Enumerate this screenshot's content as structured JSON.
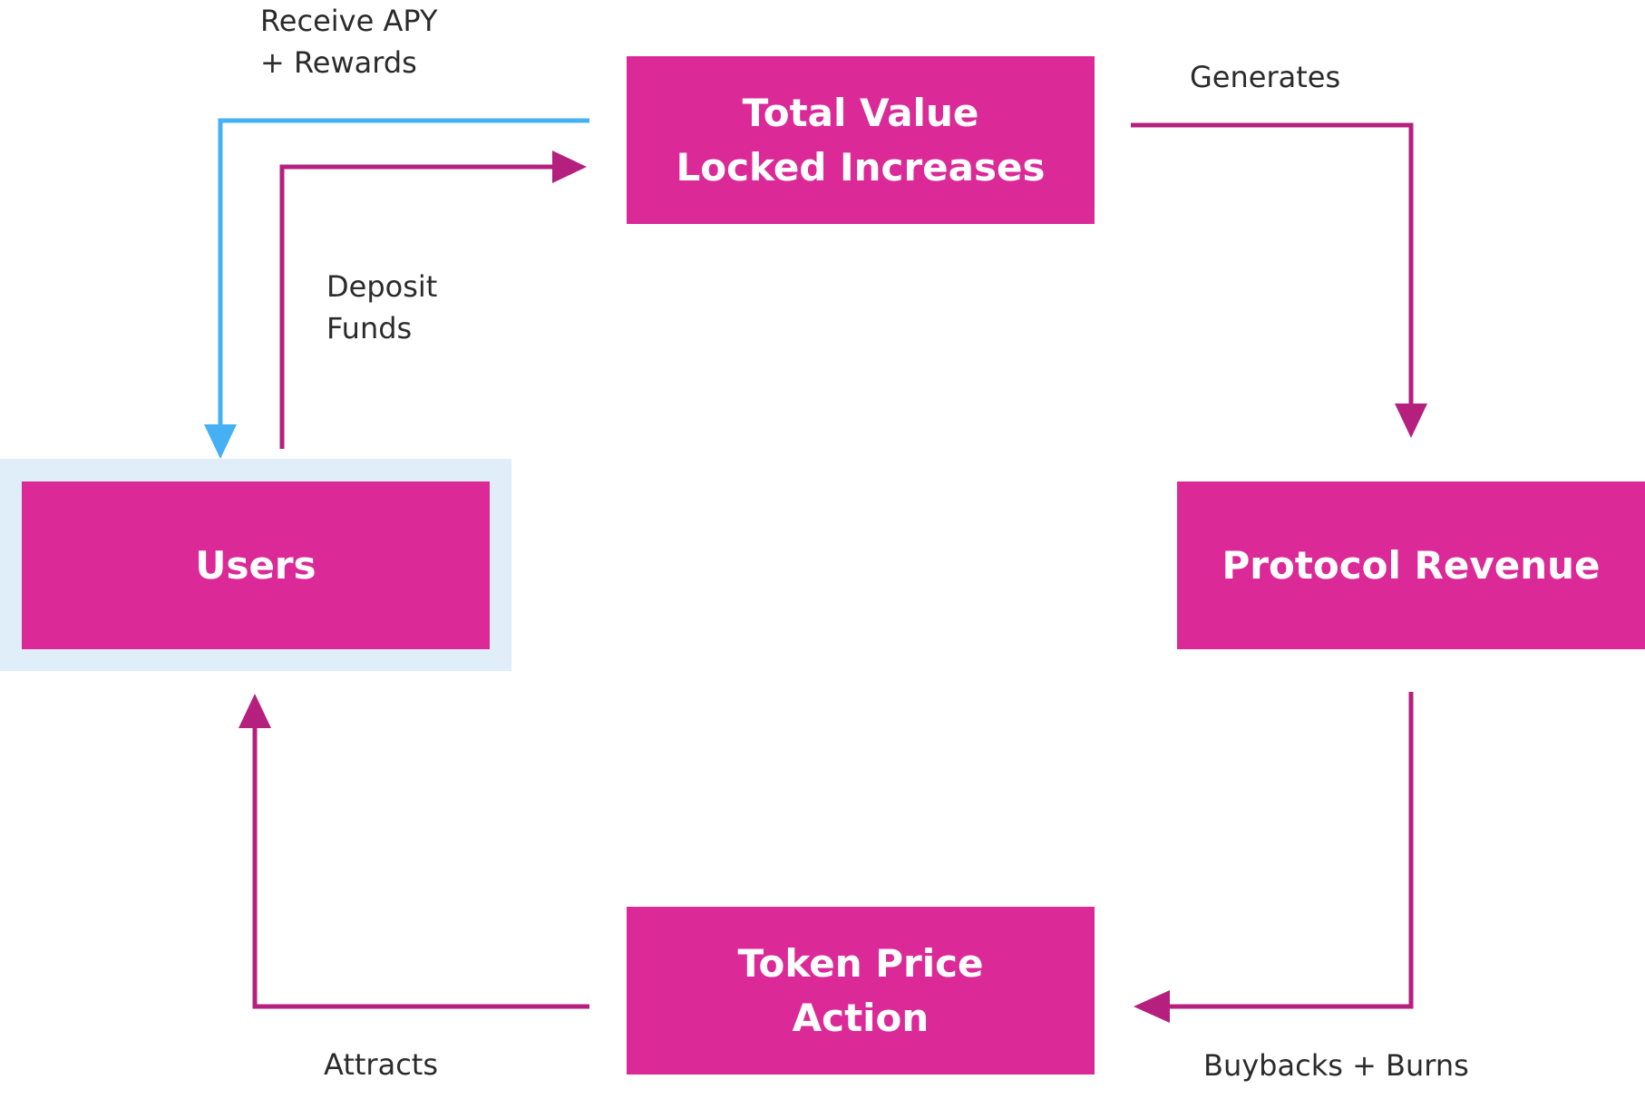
{
  "nodes": {
    "tvl": {
      "line1": "Total Value",
      "line2": "Locked Increases"
    },
    "users": {
      "label": "Users"
    },
    "revenue": {
      "label": "Protocol Revenue"
    },
    "token": {
      "line1": "Token Price",
      "line2": "Action"
    }
  },
  "edges": {
    "receive": {
      "line1": "Receive APY",
      "line2": "+ Rewards"
    },
    "deposit": {
      "line1": "Deposit",
      "line2": "Funds"
    },
    "generates": {
      "label": "Generates"
    },
    "buybacks": {
      "label": "Buybacks + Burns"
    },
    "attracts": {
      "label": "Attracts"
    }
  },
  "colors": {
    "node": "#DB2A98",
    "arrow": "#B5207F",
    "return_arrow": "#46B0F5",
    "highlight": "#DFEEF8"
  }
}
